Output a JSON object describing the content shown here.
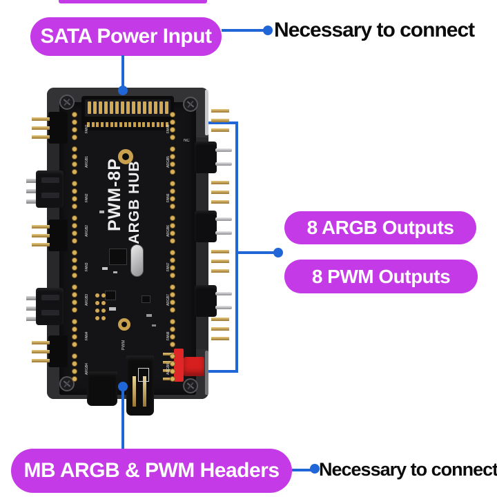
{
  "colors": {
    "background": "#ffffff",
    "accent_magenta": "#c43ae6",
    "line_blue": "#2066d6",
    "note_text": "#0b0b0b",
    "pill_text": "#ffffff",
    "pcb_black": "#141416",
    "plate_gray": "#2a2a2d",
    "pin_gold": "#d2a855",
    "connector_red": "#e02626"
  },
  "callouts": {
    "sata_power": "SATA Power Input",
    "note_top": "Necessary to connect",
    "argb_outputs": "8 ARGB Outputs",
    "pwm_outputs": "8 PWM Outputs",
    "mb_headers": "MB ARGB & PWM Headers",
    "note_bottom": "Necessary to connect"
  },
  "board": {
    "title_line1": "PWM-8P",
    "title_line2": "ARGB HUB",
    "nc_label": "NC",
    "pwm_label": "PWM",
    "fan_labels": [
      "FAN1",
      "FAN2",
      "FAN3",
      "FAN4",
      "FAN5",
      "FAN6",
      "FAN7",
      "FAN8"
    ],
    "argb_labels": [
      "ARGB1",
      "ARGB2",
      "ARGB3",
      "ARGB4",
      "ARGB5",
      "ARGB6",
      "ARGB7",
      "ARGB8"
    ]
  }
}
